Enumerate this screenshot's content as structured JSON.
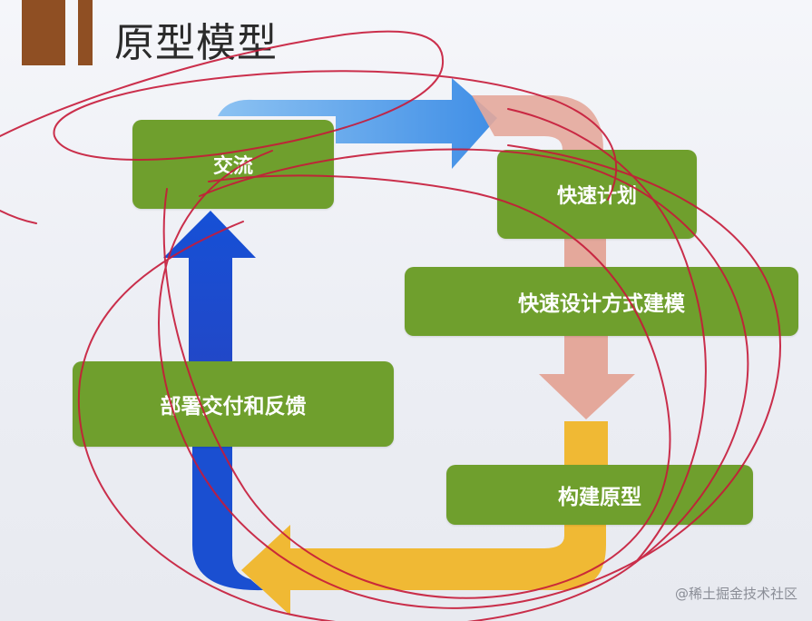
{
  "slide": {
    "title": "原型模型"
  },
  "steps": {
    "communicate": "交流",
    "quick_plan": "快速计划",
    "quick_design_modeling": "快速设计方式建模",
    "build_prototype": "构建原型",
    "deploy_feedback": "部署交付和反馈"
  },
  "watermark": "@稀土掘金技术社区",
  "colors": {
    "box_green": "#6f9f2d",
    "arrow_blue_light": "#5aa0e8",
    "arrow_blue_dark": "#1a4fd1",
    "arrow_pink": "#e4a89b",
    "arrow_yellow": "#f0b934",
    "ink_red": "#c61a39",
    "accent_brown": "#8f4f23"
  }
}
